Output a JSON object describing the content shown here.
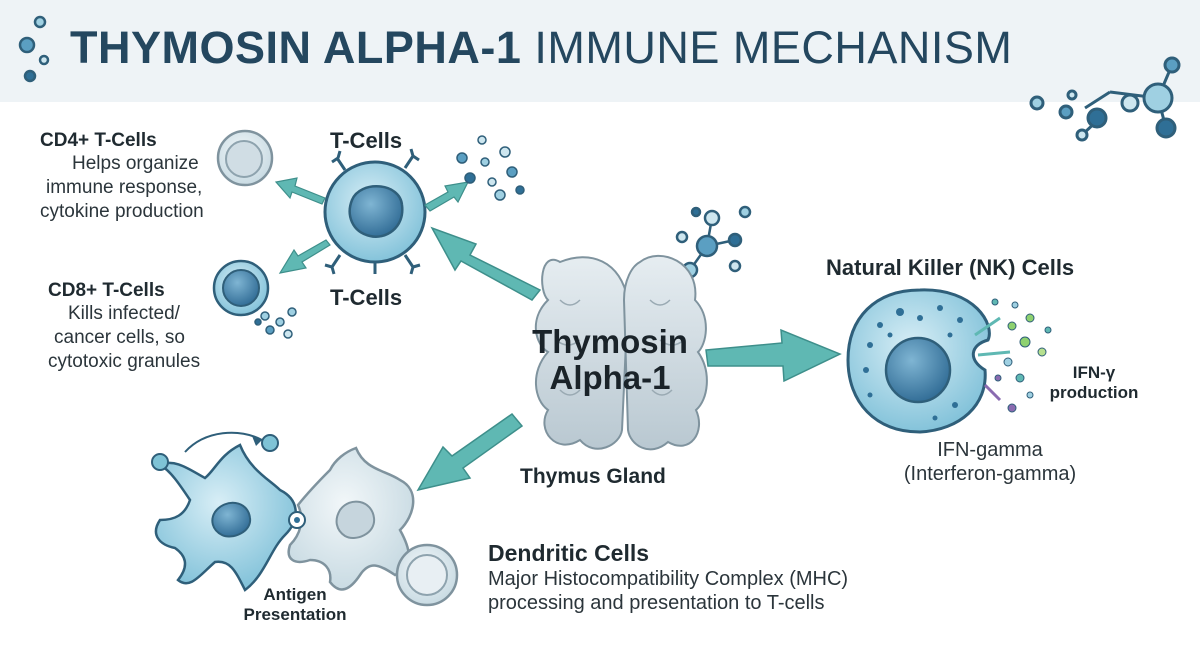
{
  "title": {
    "bold": "THYMOSIN ALPHA-1",
    "light": "IMMUNE MECHANISM"
  },
  "center": {
    "name_line1": "Thymosin",
    "name_line2": "Alpha-1",
    "gland_label": "Thymus Gland"
  },
  "tcells": {
    "label_top": "T-Cells",
    "label_bottom": "T-Cells",
    "cd4": {
      "title": "CD4+ T-Cells",
      "lines": [
        "Helps organize",
        "immune response,",
        "cytokine production"
      ]
    },
    "cd8": {
      "title": "CD8+ T-Cells",
      "lines": [
        "Kills infected/",
        "cancer cells, so",
        "cytotoxic granules"
      ]
    }
  },
  "nk": {
    "title": "Natural Killer (NK) Cells",
    "ifn_line1": "IFN-γ",
    "ifn_line2": "production",
    "sub_line1": "IFN-gamma",
    "sub_line2": "(Interferon-gamma)"
  },
  "dendritic": {
    "title": "Dendritic Cells",
    "lines": [
      "Major Histocompatibility Complex (MHC)",
      "processing and presentation to T-cells"
    ],
    "antigen_line1": "Antigen",
    "antigen_line2": "Presentation"
  },
  "colors": {
    "title": "#24475f",
    "arrow": "#5fb8b3",
    "cell": "#8ecbe0",
    "nucleus": "#3f86ad",
    "header_bg": "#eef3f6"
  }
}
